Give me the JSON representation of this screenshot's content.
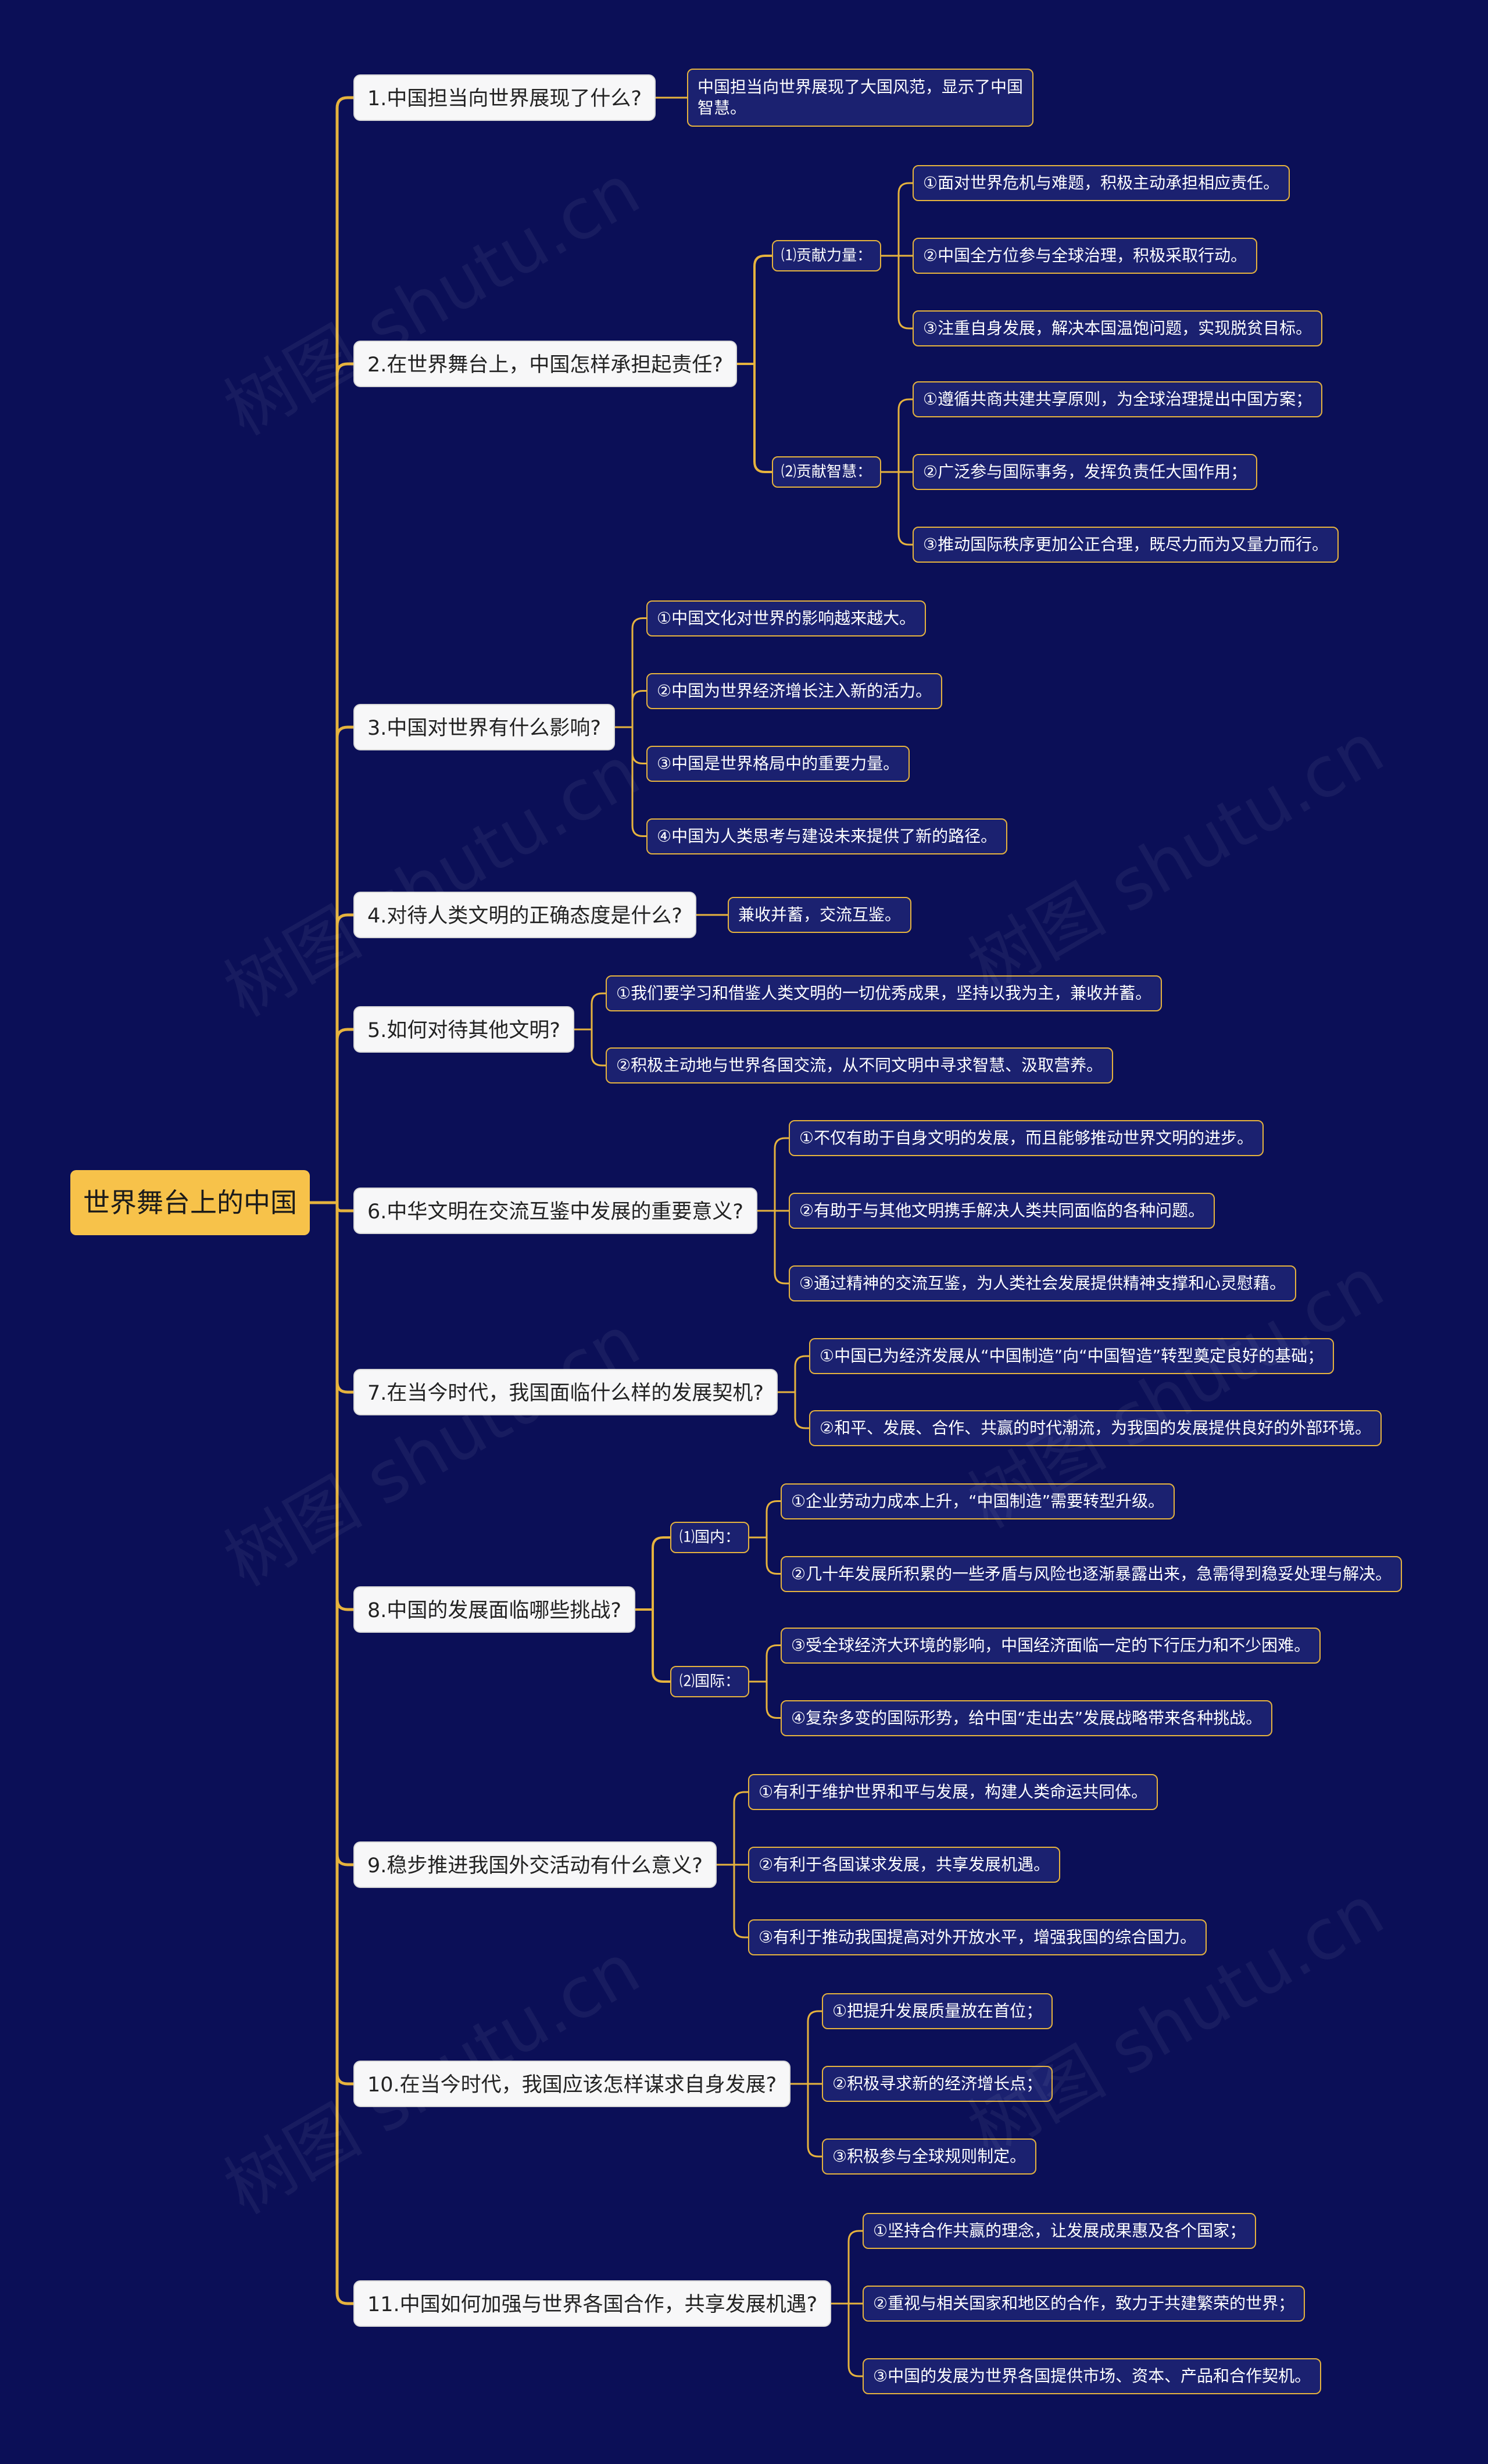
{
  "root": "世界舞台上的中国",
  "watermark": "树图 shutu.cn",
  "colors": {
    "background": "#0b0f57",
    "root": "#f7c24a",
    "line": "#e6b33e",
    "leaf_bg": "#1b2170",
    "topic_bg": "#f7f7f8"
  },
  "topics": [
    {
      "label": "1.中国担当向世界展现了什么?",
      "children": [
        {
          "label": "中国担当向世界展现了大国风范，显示了中国智慧。"
        }
      ]
    },
    {
      "label": "2.在世界舞台上，中国怎样承担起责任?",
      "children": [
        {
          "label": "⑴贡献力量：",
          "children": [
            {
              "label": "①面对世界危机与难题，积极主动承担相应责任。"
            },
            {
              "label": "②中国全方位参与全球治理，积极采取行动。"
            },
            {
              "label": "③注重自身发展，解决本国温饱问题，实现脱贫目标。"
            }
          ]
        },
        {
          "label": "⑵贡献智慧：",
          "children": [
            {
              "label": "①遵循共商共建共享原则，为全球治理提出中国方案；"
            },
            {
              "label": "②广泛参与国际事务，发挥负责任大国作用；"
            },
            {
              "label": "③推动国际秩序更加公正合理，既尽力而为又量力而行。"
            }
          ]
        }
      ]
    },
    {
      "label": "3.中国对世界有什么影响?",
      "children": [
        {
          "label": "①中国文化对世界的影响越来越大。"
        },
        {
          "label": "②中国为世界经济增长注入新的活力。"
        },
        {
          "label": "③中国是世界格局中的重要力量。"
        },
        {
          "label": "④中国为人类思考与建设未来提供了新的路径。"
        }
      ]
    },
    {
      "label": "4.对待人类文明的正确态度是什么?",
      "children": [
        {
          "label": "兼收并蓄，交流互鉴。"
        }
      ]
    },
    {
      "label": "5.如何对待其他文明?",
      "children": [
        {
          "label": "①我们要学习和借鉴人类文明的一切优秀成果，坚持以我为主，兼收并蓄。"
        },
        {
          "label": "②积极主动地与世界各国交流，从不同文明中寻求智慧、汲取营养。"
        }
      ]
    },
    {
      "label": "6.中华文明在交流互鉴中发展的重要意义?",
      "children": [
        {
          "label": "①不仅有助于自身文明的发展，而且能够推动世界文明的进步。"
        },
        {
          "label": "②有助于与其他文明携手解决人类共同面临的各种问题。"
        },
        {
          "label": "③通过精神的交流互鉴，为人类社会发展提供精神支撑和心灵慰藉。"
        }
      ]
    },
    {
      "label": "7.在当今时代，我国面临什么样的发展契机?",
      "children": [
        {
          "label": "①中国已为经济发展从“中国制造”向“中国智造”转型奠定良好的基础；"
        },
        {
          "label": "②和平、发展、合作、共赢的时代潮流，为我国的发展提供良好的外部环境。"
        }
      ]
    },
    {
      "label": "8.中国的发展面临哪些挑战?",
      "children": [
        {
          "label": "⑴国内：",
          "children": [
            {
              "label": "①企业劳动力成本上升，“中国制造”需要转型升级。"
            },
            {
              "label": "②几十年发展所积累的一些矛盾与风险也逐渐暴露出来，急需得到稳妥处理与解决。"
            }
          ]
        },
        {
          "label": "⑵国际：",
          "children": [
            {
              "label": "③受全球经济大环境的影响，中国经济面临一定的下行压力和不少困难。"
            },
            {
              "label": "④复杂多变的国际形势，给中国“走出去”发展战略带来各种挑战。"
            }
          ]
        }
      ]
    },
    {
      "label": "9.稳步推进我国外交活动有什么意义?",
      "children": [
        {
          "label": "①有利于维护世界和平与发展，构建人类命运共同体。"
        },
        {
          "label": "②有利于各国谋求发展，共享发展机遇。"
        },
        {
          "label": "③有利于推动我国提高对外开放水平，增强我国的综合国力。"
        }
      ]
    },
    {
      "label": "10.在当今时代，我国应该怎样谋求自身发展?",
      "children": [
        {
          "label": "①把提升发展质量放在首位；"
        },
        {
          "label": "②积极寻求新的经济增长点；"
        },
        {
          "label": "③积极参与全球规则制定。"
        }
      ]
    },
    {
      "label": "11.中国如何加强与世界各国合作，共享发展机遇?",
      "children": [
        {
          "label": "①坚持合作共赢的理念，让发展成果惠及各个国家；"
        },
        {
          "label": "②重视与相关国家和地区的合作，致力于共建繁荣的世界；"
        },
        {
          "label": "③中国的发展为世界各国提供市场、资本、产品和合作契机。"
        }
      ]
    }
  ]
}
